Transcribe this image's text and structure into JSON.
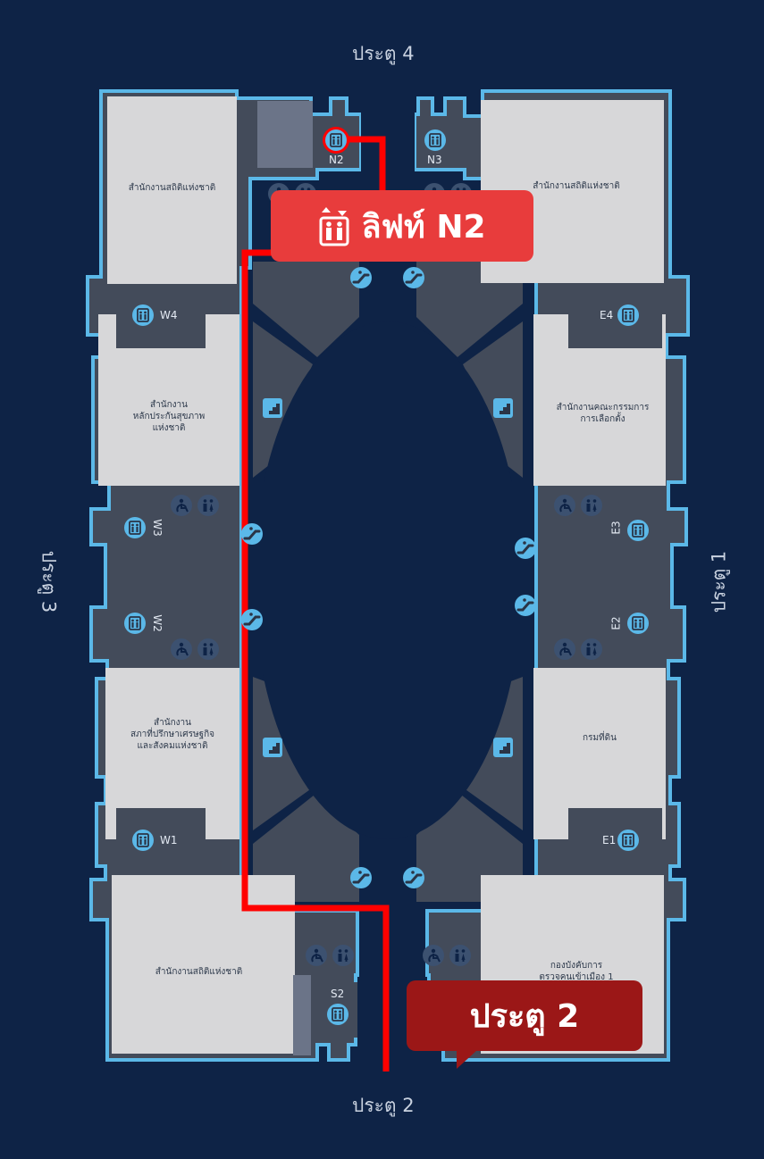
{
  "gates": {
    "north": "ประตู 4",
    "south": "ประตู 2",
    "east": "ประตู 1",
    "west": "ประตู 3"
  },
  "venues": {
    "nw": "สำนักงานสถิติแห่งชาติ",
    "ne": "สำนักงานสถิติแห่งชาติ",
    "w_upper": [
      "สำนักงาน",
      "หลักประกันสุขภาพ",
      "แห่งชาติ"
    ],
    "e_upper": [
      "สำนักงานคณะกรรมการ",
      "การเลือกตั้ง"
    ],
    "w_lower": [
      "สำนักงาน",
      "สภาที่ปรึกษาเศรษฐกิจ",
      "และสังคมแห่งชาติ"
    ],
    "e_lower": "กรมที่ดิน",
    "sw": "สำนักงานสถิติแห่งชาติ",
    "se": [
      "กองบังคับการ",
      "ตรวจคนเข้าเมือง 1"
    ]
  },
  "lifts": {
    "n2": "N2",
    "n3": "N3",
    "w4": "W4",
    "e4": "E4",
    "w3": "W3",
    "e3": "E3",
    "w2": "W2",
    "e2": "E2",
    "w1": "W1",
    "e1": "E1",
    "s2": "S2"
  },
  "callouts": {
    "lift": "ลิฟท์ N2",
    "gate": "ประตู 2"
  },
  "colors": {
    "background": "#0e2346",
    "wall_outline": "#5bb8e8",
    "room": "#d7d7d9",
    "dark_block": "#434b5a",
    "route": "#ff0000",
    "lift_callout": "#e83c3c",
    "gate_callout": "#9b1717",
    "icon": "#5bb8e8"
  },
  "icons": {
    "lift": "elevator-icon",
    "escalator": "escalator-icon",
    "stairs": "stairs-icon",
    "accessible": "wheelchair-icon",
    "restroom": "restroom-icon"
  }
}
